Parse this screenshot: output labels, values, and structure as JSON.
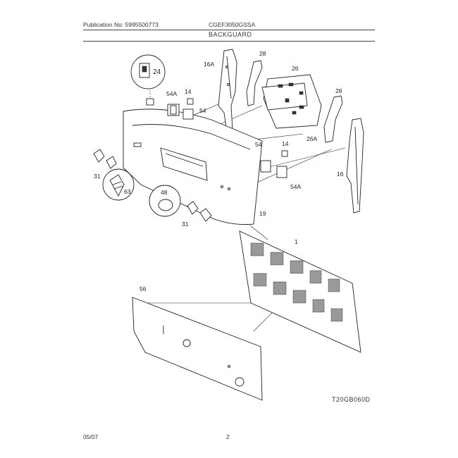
{
  "header": {
    "publication": "Publication No: 5995500773",
    "model": "CGEF3050GSSA",
    "section": "BACKGUARD"
  },
  "diagram_code": "T20GB060D",
  "footer": {
    "date": "05/07",
    "page": "2"
  },
  "callouts": {
    "c24": "24",
    "c54a_top": "54A",
    "c14_top": "14",
    "c54_top": "54",
    "c16a": "16A",
    "c28_top": "28",
    "c26": "26",
    "c28_right": "28",
    "c26a": "26A",
    "c54_right": "54",
    "c14_right": "14",
    "c16": "16",
    "c54a_right": "54A",
    "c31_left": "31",
    "c63": "63",
    "c48": "48",
    "c31_bottom": "31",
    "c19": "19",
    "c1": "1",
    "c56": "56"
  }
}
